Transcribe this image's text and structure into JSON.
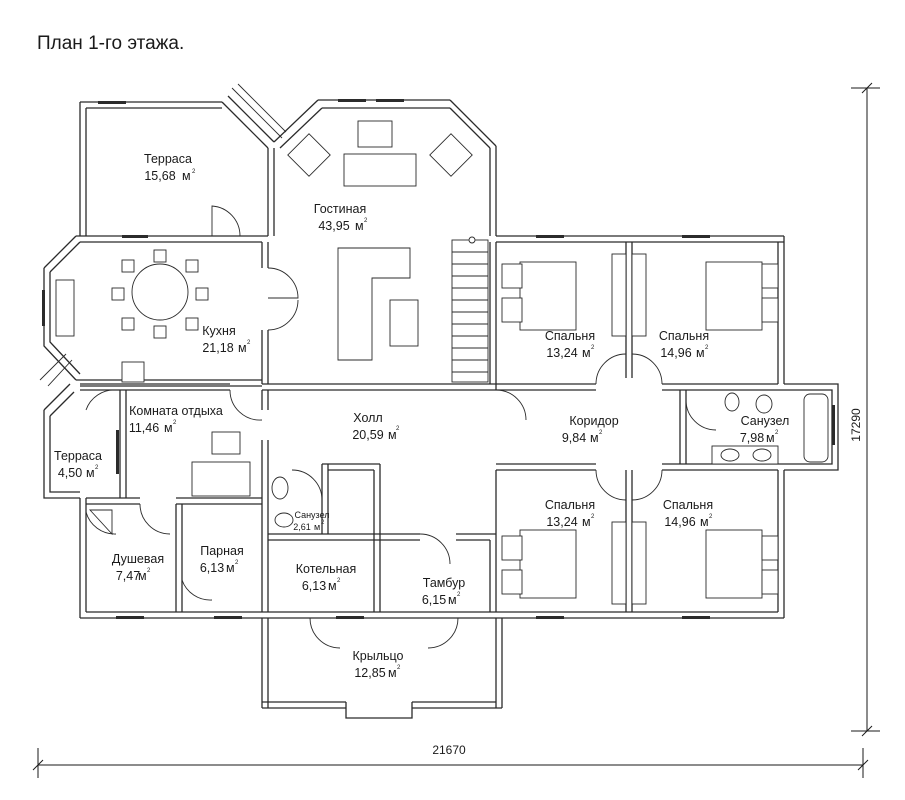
{
  "title": "План 1-го этажа.",
  "area_unit": "м",
  "area_exponent": "2",
  "dimensions": {
    "width": "21670",
    "height": "17290"
  },
  "rooms": [
    {
      "id": "terrace-top",
      "name": "Терраса",
      "area": "15,68"
    },
    {
      "id": "living-room",
      "name": "Гостиная",
      "area": "43,95"
    },
    {
      "id": "kitchen",
      "name": "Кухня",
      "area": "21,18"
    },
    {
      "id": "lounge",
      "name": "Комната отдыха",
      "area": "11,46"
    },
    {
      "id": "terrace-small",
      "name": "Терраса",
      "area": "4,50"
    },
    {
      "id": "hall",
      "name": "Холл",
      "area": "20,59"
    },
    {
      "id": "corridor",
      "name": "Коридор",
      "area": "9,84"
    },
    {
      "id": "bedroom-1",
      "name": "Спальня",
      "area": "13,24"
    },
    {
      "id": "bedroom-2",
      "name": "Спальня",
      "area": "14,96"
    },
    {
      "id": "bathroom-big",
      "name": "Санузел",
      "area": "7,98"
    },
    {
      "id": "bedroom-3",
      "name": "Спальня",
      "area": "13,24"
    },
    {
      "id": "bedroom-4",
      "name": "Спальня",
      "area": "14,96"
    },
    {
      "id": "shower",
      "name": "Душевая",
      "area": "7,47"
    },
    {
      "id": "steam-room",
      "name": "Парная",
      "area": "6,13"
    },
    {
      "id": "boiler-room",
      "name": "Котельная",
      "area": "6,13"
    },
    {
      "id": "wc-small",
      "name": "Санузел",
      "area": "2,61"
    },
    {
      "id": "vestibule",
      "name": "Тамбур",
      "area": "6,15"
    },
    {
      "id": "porch",
      "name": "Крыльцо",
      "area": "12,85"
    }
  ]
}
